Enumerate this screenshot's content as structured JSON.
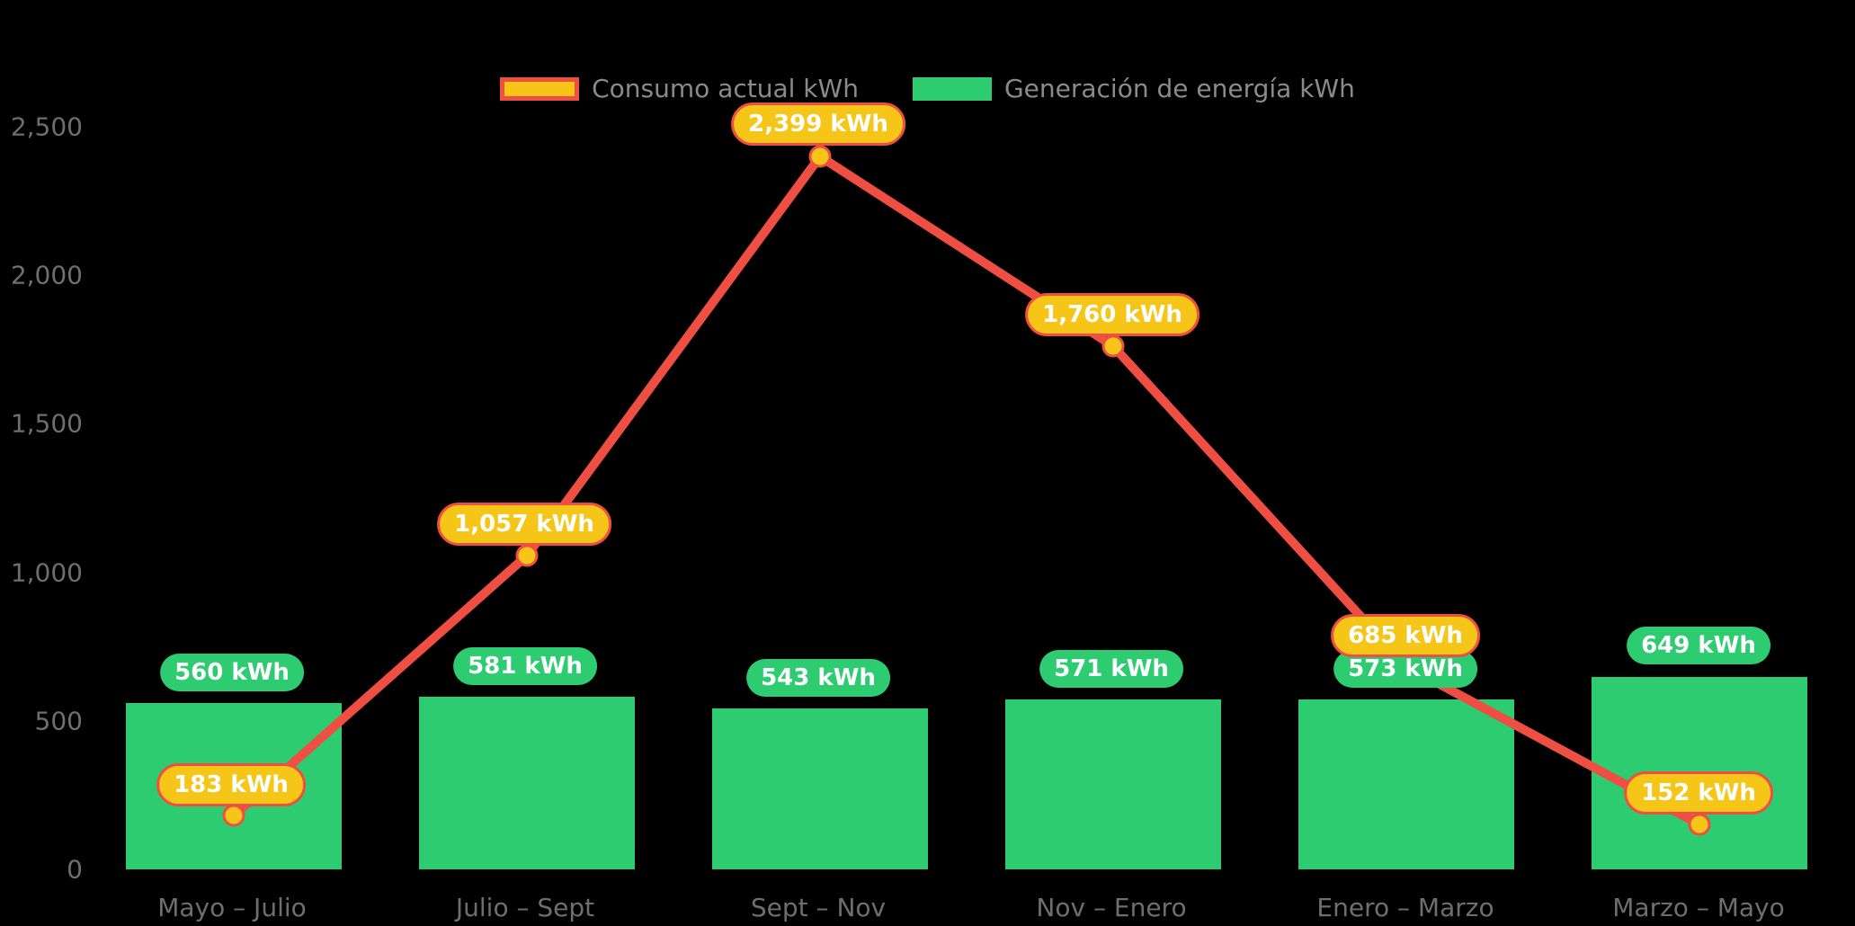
{
  "legend": {
    "items": [
      {
        "label": "Consumo actual kWh",
        "swatch": "consumo",
        "color": "#F5C518",
        "border": "#EF4F43"
      },
      {
        "label": "Generación de energía kWh",
        "swatch": "generacion",
        "color": "#2ECC71"
      }
    ]
  },
  "y_axis": {
    "ticks": [
      "0",
      "500",
      "1,000",
      "1,500",
      "2,000",
      "2,500"
    ],
    "tick_values": [
      0,
      500,
      1000,
      1500,
      2000,
      2500
    ]
  },
  "x_axis": {
    "labels": [
      "Mayo – Julio",
      "Julio – Sept",
      "Sept – Nov",
      "Nov – Enero",
      "Enero – Marzo",
      "Marzo – Mayo"
    ]
  },
  "bar_labels": [
    "560 kWh",
    "581 kWh",
    "543 kWh",
    "571 kWh",
    "573 kWh",
    "649 kWh"
  ],
  "line_labels": [
    "183 kWh",
    "1,057 kWh",
    "2,399 kWh",
    "1,760 kWh",
    "685 kWh",
    "152 kWh"
  ],
  "chart_data": {
    "type": "bar",
    "title": "",
    "subtitle": "",
    "xlabel": "",
    "ylabel": "",
    "ylim": [
      0,
      2500
    ],
    "grid": false,
    "legend_position": "top-center",
    "background": "#000000",
    "categories": [
      "Mayo – Julio",
      "Julio – Sept",
      "Sept – Nov",
      "Nov – Enero",
      "Enero – Marzo",
      "Marzo – Mayo"
    ],
    "series": [
      {
        "name": "Generación de energía kWh",
        "type": "bar",
        "color": "#2ECC71",
        "values": [
          560,
          581,
          543,
          571,
          573,
          649
        ],
        "data_labels": [
          "560 kWh",
          "581 kWh",
          "543 kWh",
          "571 kWh",
          "573 kWh",
          "649 kWh"
        ]
      },
      {
        "name": "Consumo actual kWh",
        "type": "line",
        "color": "#EF4F43",
        "marker_color": "#F5C518",
        "values": [
          183,
          1057,
          2399,
          1760,
          685,
          152
        ],
        "data_labels": [
          "183 kWh",
          "1,057 kWh",
          "2,399 kWh",
          "1,760 kWh",
          "685 kWh",
          "152 kWh"
        ]
      }
    ],
    "ytick_labels": [
      "0",
      "500",
      "1,000",
      "1,500",
      "2,000",
      "2,500"
    ]
  }
}
